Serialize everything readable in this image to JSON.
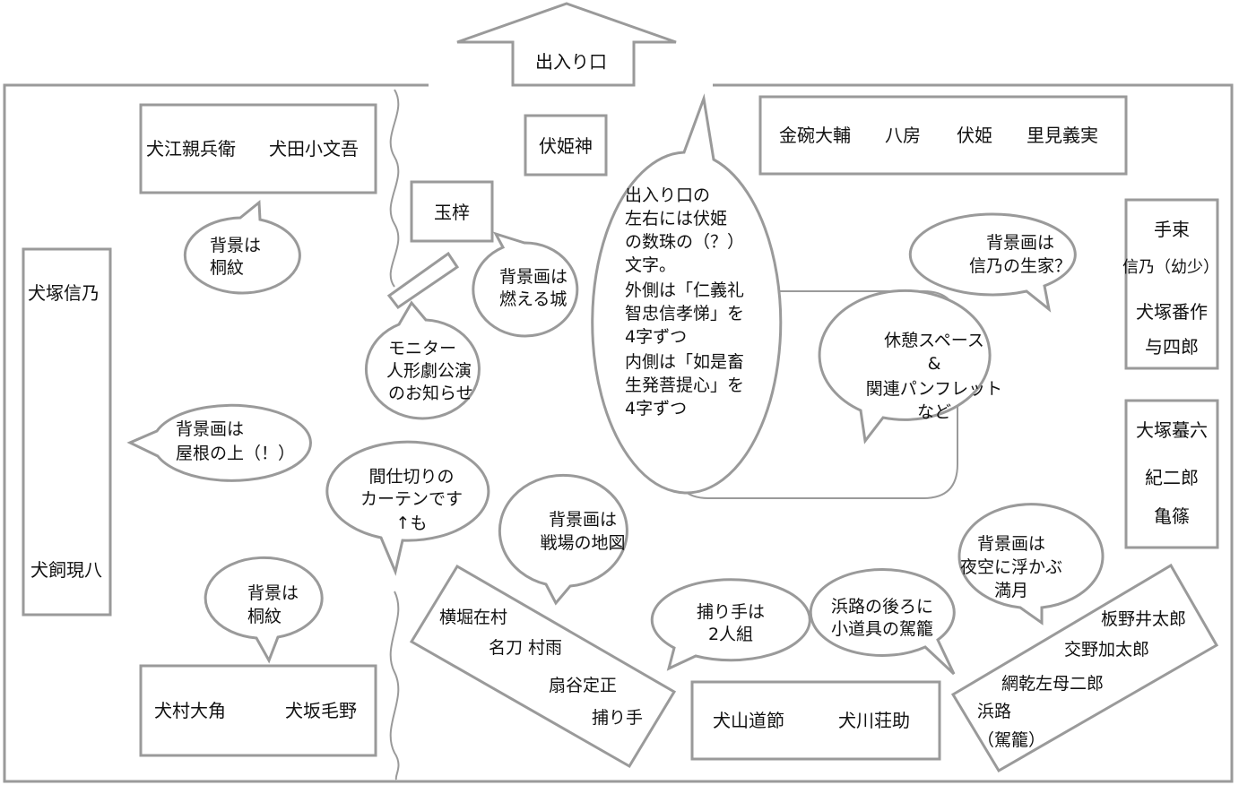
{
  "entrance": "出入り口",
  "boxes": {
    "top_left": [
      "犬江親兵衛",
      "犬田小文吾"
    ],
    "fusehime_shin": "伏姫神",
    "tamaazusa": "玉梓",
    "top_right": [
      "金碗大輔",
      "八房",
      "伏姫",
      "里見義実"
    ],
    "left_tall": [
      "犬塚信乃",
      "犬飼現八"
    ],
    "right_upper": [
      "手束",
      "信乃（幼少）",
      "犬塚番作",
      "与四郎"
    ],
    "right_lower": [
      "大塚蟇六",
      "紀二郎",
      "亀篠"
    ],
    "bottom_left": [
      "犬村大角",
      "犬坂毛野"
    ],
    "bottom_center": [
      "犬山道節",
      "犬川荘助"
    ],
    "bottom_diag_left": [
      "横堀在村",
      "名刀 村雨",
      "扇谷定正",
      "捕り手"
    ],
    "bottom_diag_right": [
      "板野井太郎",
      "交野加太郎",
      "網乾左母二郎",
      "浜路",
      "（駕籠）"
    ]
  },
  "bubbles": {
    "kiri1": [
      "背景は",
      "桐紋"
    ],
    "castle": [
      "背景画は",
      "燃える城"
    ],
    "monitor": [
      "モニター",
      "人形劇公演",
      "のお知らせ"
    ],
    "entrance_note": [
      "出入り口の",
      "左右には伏姫",
      "の数珠の（？）",
      "文字。",
      "外側は「仁義礼",
      "智忠信孝悌」を",
      "4字ずつ",
      "内側は「如是畜",
      "生発菩提心」を",
      "4字ずつ"
    ],
    "birthplace": [
      "背景画は",
      "信乃の生家？"
    ],
    "rest": [
      "休憩スペース",
      "&",
      "関連パンフレット",
      "など"
    ],
    "roof": [
      "背景画は",
      "屋根の上（！）"
    ],
    "curtain": [
      "間仕切りの",
      "カーテンです",
      "↑も"
    ],
    "battlefield": [
      "背景画は",
      "戦場の地図"
    ],
    "kiri2": [
      "背景は",
      "桐紋"
    ],
    "catchers": [
      "捕り手は",
      "2人組"
    ],
    "palanquin": [
      "浜路の後ろに",
      "小道具の駕籠"
    ],
    "moon": [
      "背景画は",
      "夜空に浮かぶ",
      "満月"
    ]
  }
}
